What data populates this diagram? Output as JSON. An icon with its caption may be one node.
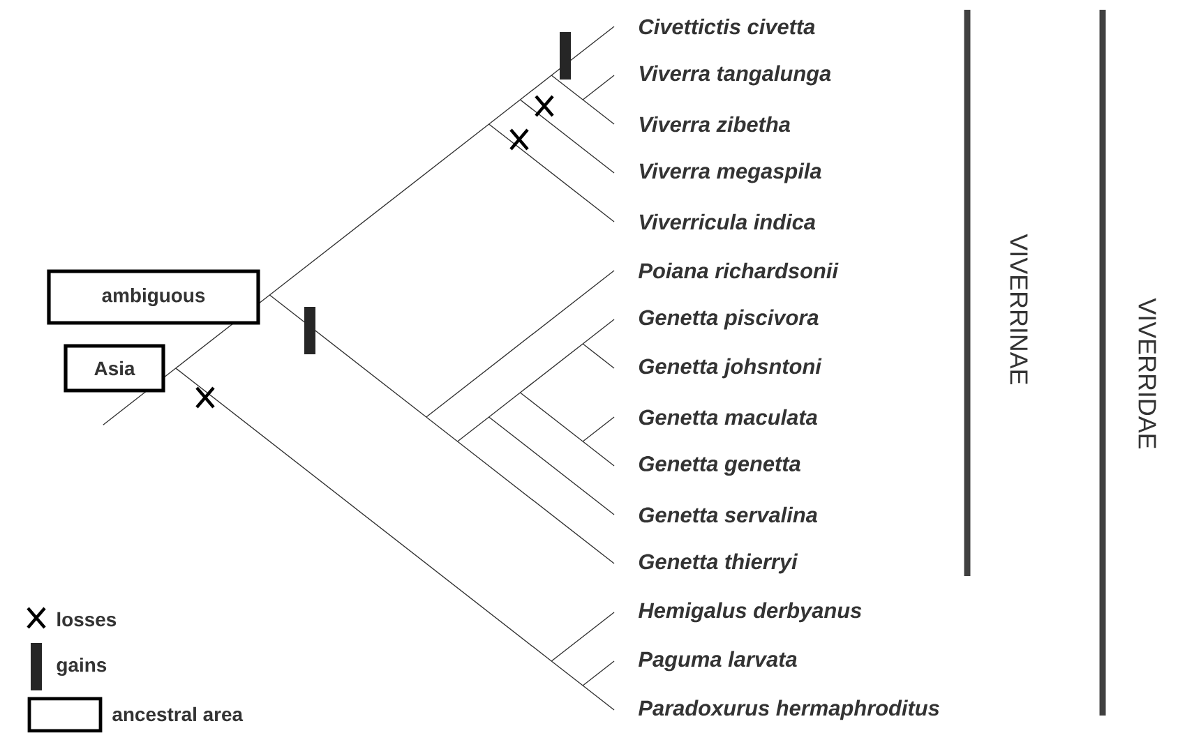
{
  "diagram": {
    "nodes": [
      {
        "text": [
          "ambiguous"
        ]
      },
      {
        "text": [
          "Asia"
        ]
      }
    ],
    "labels": [
      "Civettictis civetta",
      "Viverra tangalunga",
      "Viverra zibetha",
      "Viverra megaspila",
      "Viverricula indica",
      "Poiana richardsonii",
      "Genetta piscivora",
      "Genetta johsntoni",
      "Genetta maculata",
      "Genetta genetta",
      "Genetta servalina",
      "Genetta thierryi",
      "Hemigalus derbyanus",
      "Paguma larvata",
      "Paradoxurus hermaphroditus",
      "VIVERRINAE",
      "VIVERRIDAE"
    ],
    "legend": [
      {
        "text": "losses"
      },
      {
        "text": "gains"
      },
      {
        "text": "ancestral area"
      }
    ]
  }
}
